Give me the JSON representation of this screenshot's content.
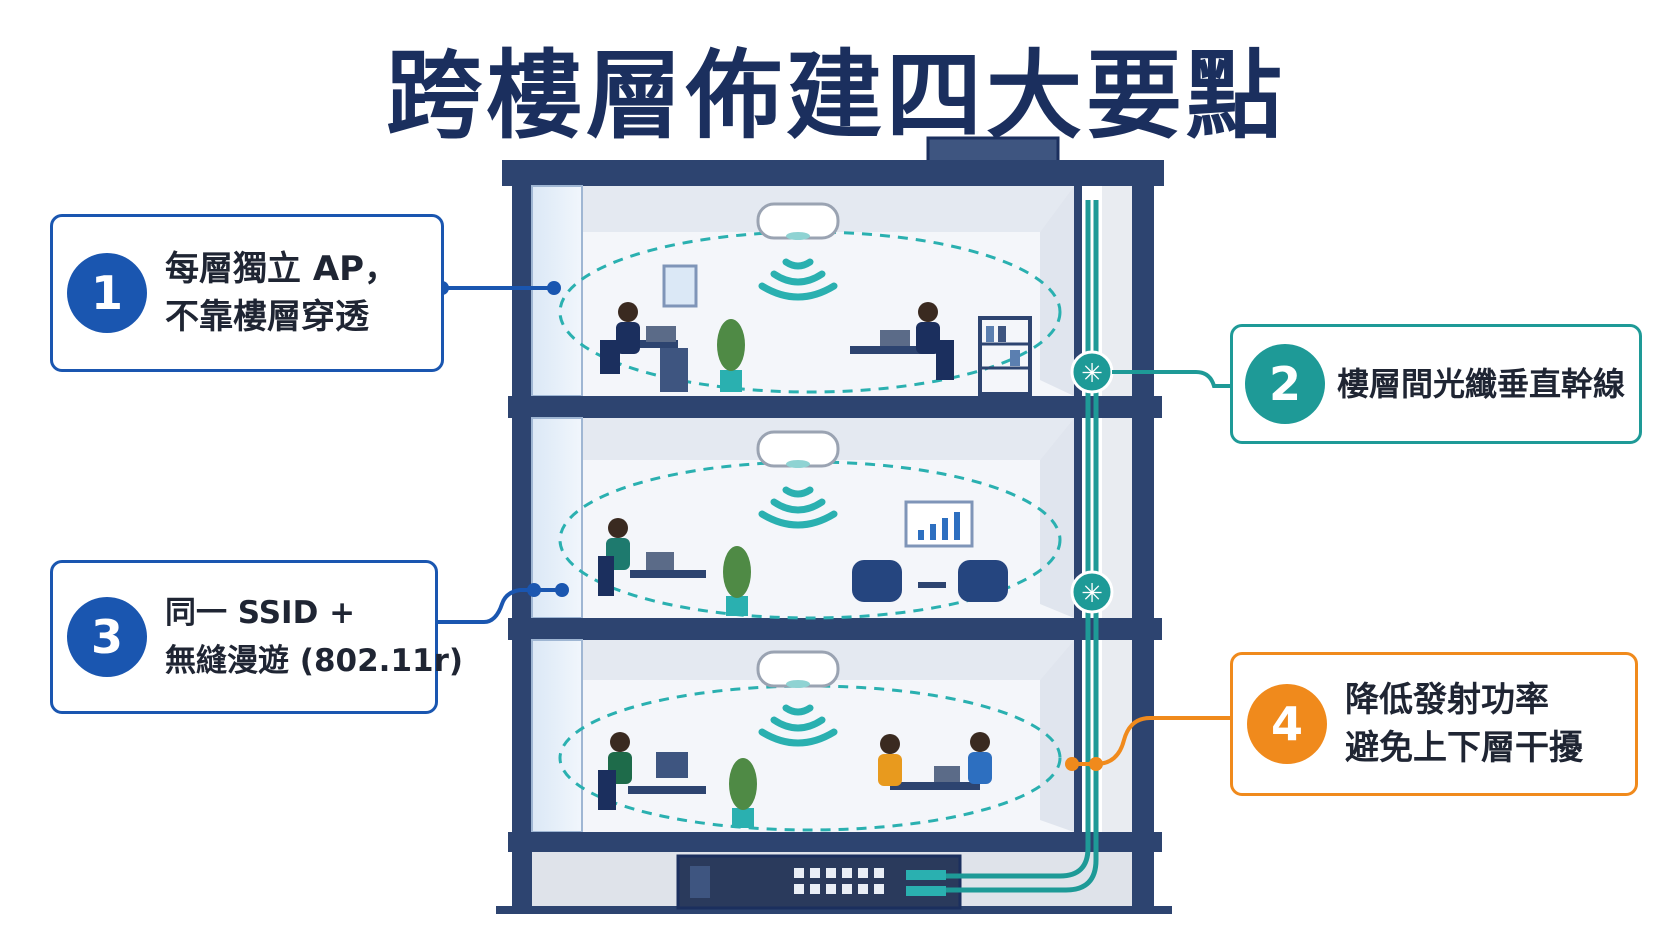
{
  "title": "跨樓層佈建四大要點",
  "colors": {
    "navy": "#1b2f5e",
    "blue": "#1a56b0",
    "teal": "#1e9a97",
    "orange": "#f08a1c",
    "cyan_signal": "#2ab0b0"
  },
  "callouts": [
    {
      "number": "1",
      "lines": [
        "每層獨立 AP，",
        "不靠樓層穿透"
      ],
      "color": "#1a56b0"
    },
    {
      "number": "2",
      "lines": [
        "樓層間光纖垂直幹線"
      ],
      "color": "#1e9a97"
    },
    {
      "number": "3",
      "lines": [
        "同一 SSID +",
        "無縫漫遊 (802.11r)"
      ],
      "color": "#1a56b0"
    },
    {
      "number": "4",
      "lines": [
        "降低發射功率",
        "避免上下層干擾"
      ],
      "color": "#f08a1c"
    }
  ],
  "icons": {
    "access_point": "ceiling-access-point-icon",
    "wifi": "wifi-signal-icon",
    "fiber_node": "fiber-junction-icon",
    "switch": "network-switch-icon"
  }
}
